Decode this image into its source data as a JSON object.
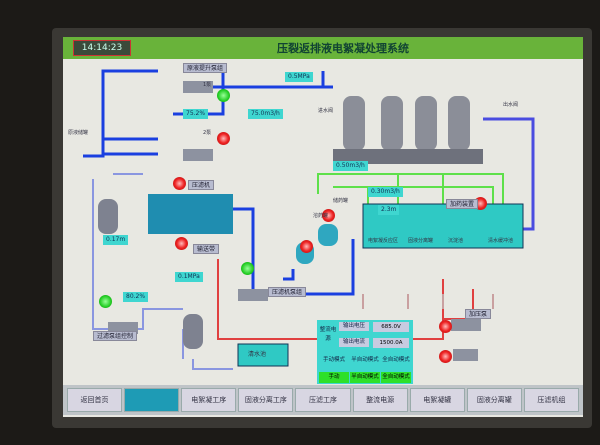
{
  "header": {
    "time": "14:14:23",
    "title": "压裂返排液电絮凝处理系统"
  },
  "labels": {
    "pump_group": "原液提升泵组",
    "pump1": "1泵",
    "pump2": "2泵",
    "source": "原液储罐",
    "inlet_valve": "进水阀",
    "outlet_valve": "出水阀",
    "filter_press": "压滤机",
    "conveyor": "输送带",
    "tank1": "电絮凝反应区",
    "tank2": "固液分离罐",
    "tank3": "沉淀池",
    "tank4": "清水缓冲池",
    "dosing": "加药装置",
    "sludge_pump": "压滤机泵组",
    "filter_pump": "过滤泵组控制",
    "clear_tank": "清水池",
    "aux_pump": "加压泵",
    "dosing_tank1": "溶药罐",
    "dosing_tank2": "储药罐"
  },
  "values": {
    "pump_speed": "75.2%",
    "flow_in": "75.0m3/h",
    "pressure_in": "0.5MPa",
    "dose_flow1": "0.50m3/h",
    "dose_flow2": "0.30m3/h",
    "level": "2.3m",
    "vessel_level": "0.17m",
    "pressure2": "0.1MPa",
    "pump_speed2": "80.2%"
  },
  "panel": {
    "title": "整流电源",
    "voltage_label": "输出电压",
    "voltage": "685.0V",
    "current_label": "输出电流",
    "current": "1500.0A",
    "mode1": "手动模式",
    "mode2": "半自动模式",
    "mode3": "全自动模式",
    "btn1": "手动",
    "btn2": "半自动模式",
    "btn3": "全自动模式"
  },
  "nav": [
    "返回首页",
    "",
    "电絮凝工序",
    "固液分离工序",
    "压滤工序",
    "整流电源",
    "电絮凝罐",
    "固液分离罐",
    "压滤机组"
  ]
}
